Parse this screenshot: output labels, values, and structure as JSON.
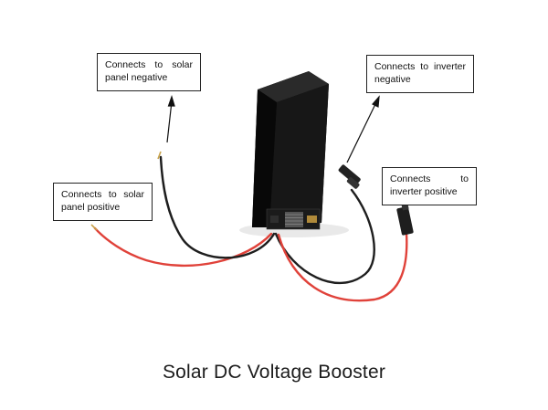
{
  "diagram": {
    "caption": "Solar DC Voltage Booster",
    "callouts": {
      "solar_negative": "Connects to solar panel negative",
      "inverter_negative": "Connects to inverter negative",
      "solar_positive": "Connects to solar panel positive",
      "inverter_positive": "Connects to inverter positive"
    },
    "colors": {
      "device_body": "#141414",
      "black_wire": "#1e1e1e",
      "red_wire": "#e0423a",
      "background": "#ffffff"
    }
  }
}
